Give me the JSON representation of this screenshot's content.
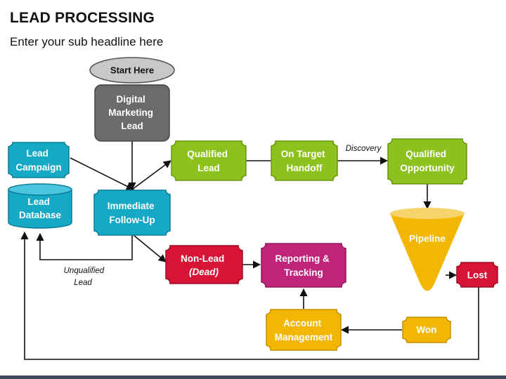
{
  "header": {
    "title": "LEAD PROCESSING",
    "subtitle": "Enter your sub headline here"
  },
  "colors": {
    "gray": "#6b6b6b",
    "teal": "#16a9c6",
    "green": "#8cc11e",
    "red": "#d81436",
    "magenta": "#c0247b",
    "yellow": "#f2b705",
    "start": "#c8c8c8"
  },
  "diagram": {
    "start": "Start Here",
    "digital": [
      "Digital",
      "Marketing",
      "Lead"
    ],
    "campaign": [
      "Lead",
      "Campaign"
    ],
    "database": [
      "Lead",
      "Database"
    ],
    "followup": [
      "Immediate",
      "Follow-Up"
    ],
    "qualified_lead": [
      "Qualified",
      "Lead"
    ],
    "handoff": [
      "On Target",
      "Handoff"
    ],
    "qualified_opp": [
      "Qualified",
      "Opportunity"
    ],
    "pipeline": "Pipeline",
    "lost": "Lost",
    "nonlead": "Non-Lead",
    "nonlead_note": "(Dead)",
    "reporting": [
      "Reporting &",
      "Tracking"
    ],
    "account": [
      "Account",
      "Management"
    ],
    "won": "Won",
    "edge_discovery": "Discovery",
    "edge_unqualified": [
      "Unqualified",
      "Lead"
    ]
  }
}
